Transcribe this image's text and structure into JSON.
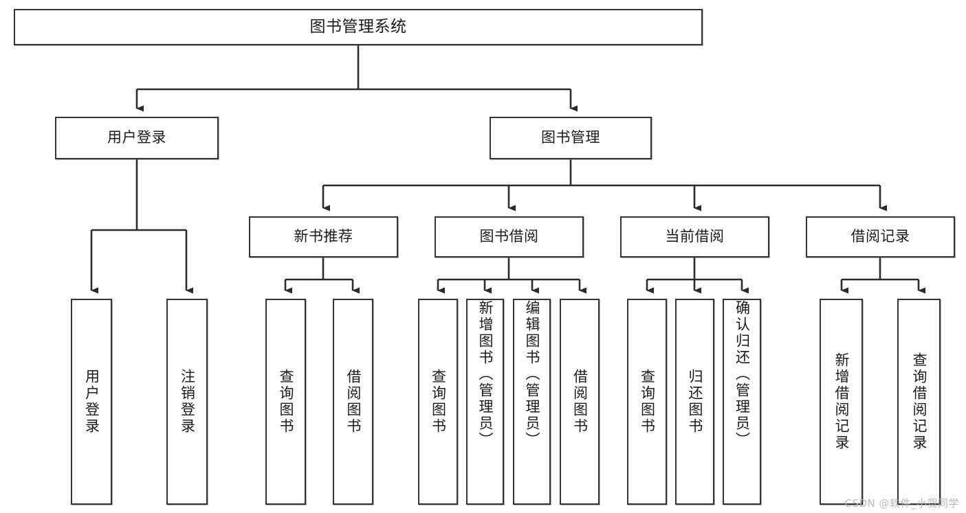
{
  "diagram": {
    "type": "tree-hierarchy-flowchart",
    "root": {
      "id": "root",
      "label": "图书管理系统"
    },
    "level1": [
      {
        "id": "user-login",
        "label": "用户登录"
      },
      {
        "id": "book-manage",
        "label": "图书管理"
      }
    ],
    "level2": [
      {
        "id": "new-book-rec",
        "label": "新书推荐"
      },
      {
        "id": "book-borrow",
        "label": "图书借阅"
      },
      {
        "id": "current-borrow",
        "label": "当前借阅"
      },
      {
        "id": "borrow-record",
        "label": "借阅记录"
      }
    ],
    "leaves": {
      "user_login": [
        {
          "id": "leaf-user-login",
          "label": "用户登录"
        },
        {
          "id": "leaf-logout-login",
          "label": "注销登录"
        }
      ],
      "new_book_rec": [
        {
          "id": "leaf-query-book-1",
          "label": "查询图书"
        },
        {
          "id": "leaf-borrow-book-1",
          "label": "借阅图书"
        }
      ],
      "book_borrow": [
        {
          "id": "leaf-query-book-2",
          "label": "查询图书"
        },
        {
          "id": "leaf-add-book",
          "label": "新增图书（管理员）"
        },
        {
          "id": "leaf-edit-book",
          "label": "编辑图书（管理员）"
        },
        {
          "id": "leaf-borrow-book-2",
          "label": "借阅图书"
        }
      ],
      "current_borrow": [
        {
          "id": "leaf-query-book-3",
          "label": "查询图书"
        },
        {
          "id": "leaf-return-book",
          "label": "归还图书"
        },
        {
          "id": "leaf-confirm-return",
          "label": "确认归还（管理员）"
        }
      ],
      "borrow_record": [
        {
          "id": "leaf-add-record",
          "label": "新增借阅记录"
        },
        {
          "id": "leaf-query-record",
          "label": "查询借阅记录"
        }
      ]
    }
  },
  "watermark": {
    "text": "CSDN @软件_小贺同学"
  },
  "colors": {
    "background": "#ffffff",
    "box_border": "#333333",
    "connector": "#2b2b2b",
    "text": "#1a1a1a",
    "watermark": "#b8b8b8"
  }
}
